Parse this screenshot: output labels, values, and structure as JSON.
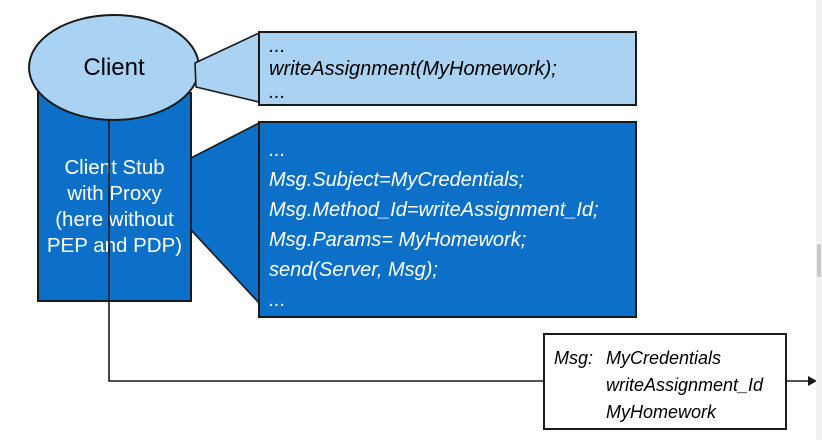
{
  "client": {
    "label": "Client"
  },
  "client_stub": {
    "lines": [
      "Client Stub",
      "with Proxy",
      "(here without",
      "PEP and PDP)"
    ]
  },
  "client_code": {
    "lines": [
      "...",
      "writeAssignment(MyHomework);",
      "..."
    ]
  },
  "stub_code": {
    "lines": [
      "...",
      "Msg.Subject=MyCredentials;",
      "Msg.Method_Id=writeAssignment_Id;",
      "Msg.Params= MyHomework;",
      "send(Server, Msg);",
      "..."
    ]
  },
  "message": {
    "label": "Msg:",
    "values": [
      "MyCredentials",
      "writeAssignment_Id",
      "MyHomework"
    ]
  },
  "colors": {
    "light_blue": "#a9d2f3",
    "dark_blue": "#0d70c8",
    "outline": "#1a1a1a",
    "scrollbar_track": "#f1f1f1",
    "scrollbar_thumb": "#c8c8c8"
  }
}
